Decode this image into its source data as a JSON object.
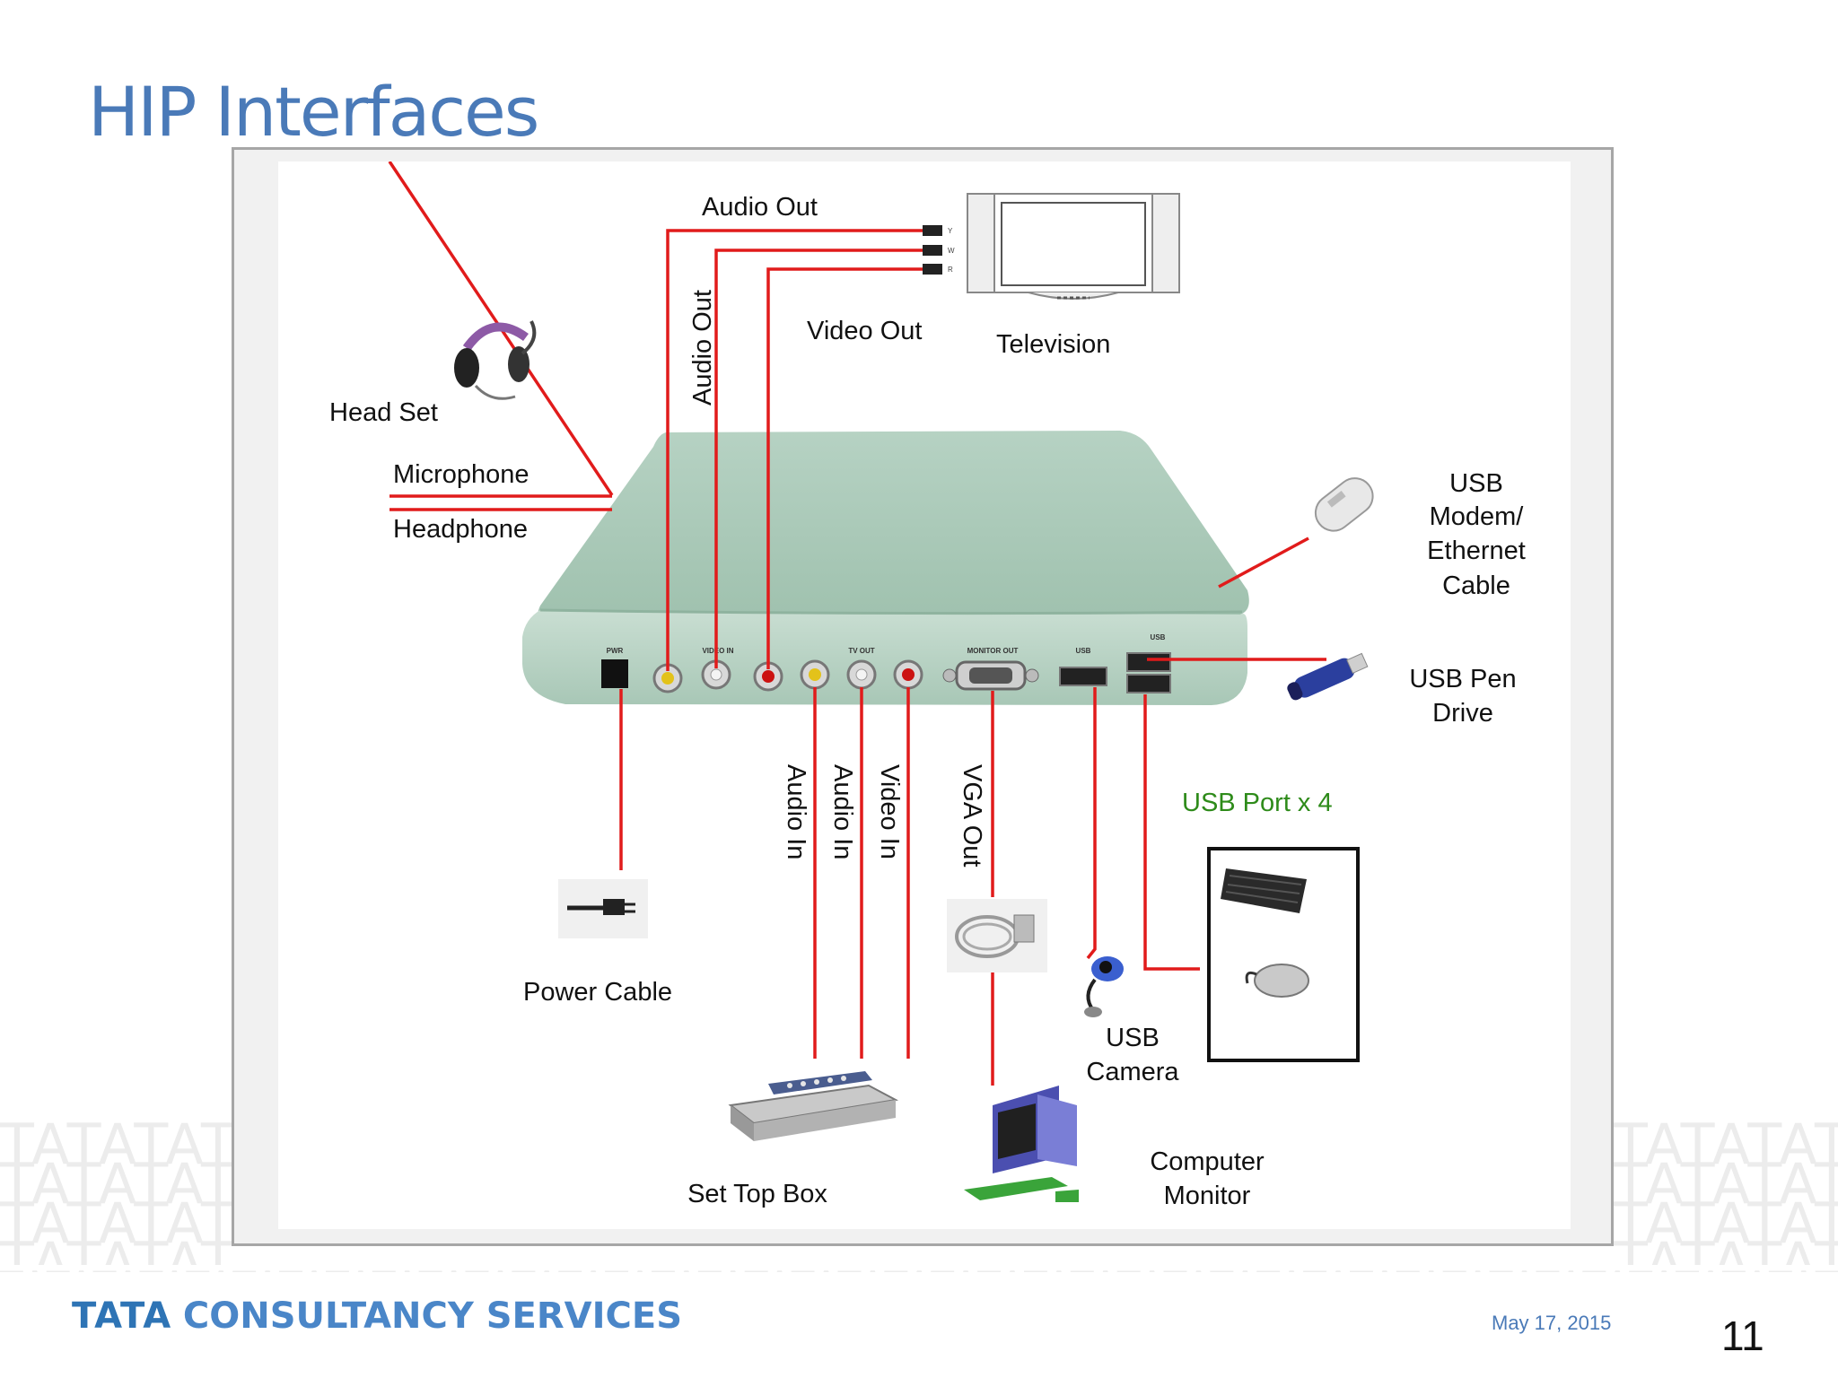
{
  "slide": {
    "title": "HIP Interfaces",
    "date": "May 17, 2015",
    "page_number": "11",
    "footer": {
      "brand": "TATA",
      "company": "CONSULTANCY SERVICES"
    },
    "watermark": "TATA"
  },
  "diagram": {
    "device_port_labels": [
      "PWR",
      "VIDEO IN",
      "TV OUT",
      "MONITOR OUT",
      "USB",
      "USB"
    ],
    "tv_plug_labels": [
      "Y",
      "W",
      "R"
    ],
    "labels": {
      "audio_out_top": "Audio Out",
      "audio_out_vertical": "Audio Out",
      "video_out": "Video Out",
      "television": "Television",
      "head_set": "Head Set",
      "microphone": "Microphone",
      "headphone": "Headphone",
      "usb_modem": [
        "USB",
        "Modem/",
        "Ethernet",
        "Cable"
      ],
      "usb_pen_drive": [
        "USB Pen",
        "Drive"
      ],
      "usb_port_x4": "USB Port x 4",
      "audio_in_1": "Audio In",
      "audio_in_2": "Audio In",
      "video_in": "Video In",
      "vga_out": "VGA Out",
      "power_cable": "Power Cable",
      "usb_camera": [
        "USB",
        "Camera"
      ],
      "set_top_box": "Set Top Box",
      "computer_monitor": [
        "Computer",
        "Monitor"
      ]
    },
    "colors": {
      "wire": "#e11b1b",
      "device": "#a9c9b8",
      "device_dark": "#7fa894",
      "usb_port_label": "#2e8b1a"
    }
  }
}
